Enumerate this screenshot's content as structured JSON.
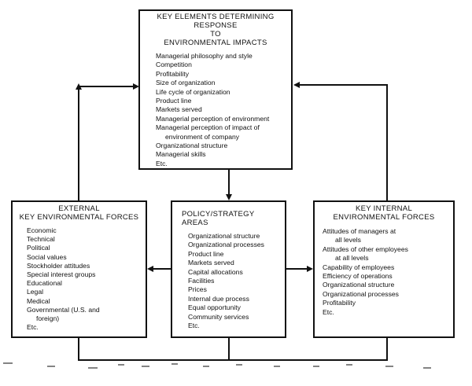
{
  "top_box": {
    "title_lines": [
      "KEY ELEMENTS DETERMINING RESPONSE",
      "TO",
      "ENVIRONMENTAL IMPACTS"
    ],
    "items": [
      {
        "text": "Managerial philosophy and style",
        "sub": false
      },
      {
        "text": "Competition",
        "sub": false
      },
      {
        "text": "Profitability",
        "sub": false
      },
      {
        "text": "Size of organization",
        "sub": false
      },
      {
        "text": "Life cycle of organization",
        "sub": false
      },
      {
        "text": "Product line",
        "sub": false
      },
      {
        "text": "Markets served",
        "sub": false
      },
      {
        "text": "Managerial perception of environment",
        "sub": false
      },
      {
        "text": "Managerial perception of impact of",
        "sub": false
      },
      {
        "text": "environment of company",
        "sub": true
      },
      {
        "text": "Organizational structure",
        "sub": false
      },
      {
        "text": "Managerial skills",
        "sub": false
      },
      {
        "text": "Etc.",
        "sub": false
      }
    ]
  },
  "left_box": {
    "title_lines": [
      "EXTERNAL",
      "KEY ENVIRONMENTAL FORCES"
    ],
    "items": [
      {
        "text": "Economic",
        "sub": false
      },
      {
        "text": "Technical",
        "sub": false
      },
      {
        "text": "Political",
        "sub": false
      },
      {
        "text": "Social values",
        "sub": false
      },
      {
        "text": "Stockholder attitudes",
        "sub": false
      },
      {
        "text": "Special interest groups",
        "sub": false
      },
      {
        "text": "Educational",
        "sub": false
      },
      {
        "text": "Legal",
        "sub": false
      },
      {
        "text": "Medical",
        "sub": false
      },
      {
        "text": "Governmental (U.S. and",
        "sub": false
      },
      {
        "text": "foreign)",
        "sub": true
      },
      {
        "text": "Etc.",
        "sub": false
      }
    ]
  },
  "mid_box": {
    "title_lines": [
      "POLICY/STRATEGY AREAS"
    ],
    "items": [
      {
        "text": "Organizational structure",
        "sub": false
      },
      {
        "text": "Organizational processes",
        "sub": false
      },
      {
        "text": "Product line",
        "sub": false
      },
      {
        "text": "Markets served",
        "sub": false
      },
      {
        "text": "Capital allocations",
        "sub": false
      },
      {
        "text": "Facilities",
        "sub": false
      },
      {
        "text": "Prices",
        "sub": false
      },
      {
        "text": "Internal due process",
        "sub": false
      },
      {
        "text": "Equal opportunity",
        "sub": false
      },
      {
        "text": "Community services",
        "sub": false
      },
      {
        "text": "Etc.",
        "sub": false
      }
    ]
  },
  "right_box": {
    "title_lines": [
      "KEY INTERNAL",
      "ENVIRONMENTAL FORCES"
    ],
    "items": [
      {
        "text": "Attitudes of managers at",
        "sub": false
      },
      {
        "text": "all levels",
        "sub": true
      },
      {
        "text": "Attitudes of other employees",
        "sub": false
      },
      {
        "text": "at all levels",
        "sub": true
      },
      {
        "text": "Capability of employees",
        "sub": false
      },
      {
        "text": "Efficiency of operations",
        "sub": false
      },
      {
        "text": "Organizational structure",
        "sub": false
      },
      {
        "text": "Organizational processes",
        "sub": false
      },
      {
        "text": "Profitability",
        "sub": false
      },
      {
        "text": "Etc.",
        "sub": false
      }
    ]
  }
}
